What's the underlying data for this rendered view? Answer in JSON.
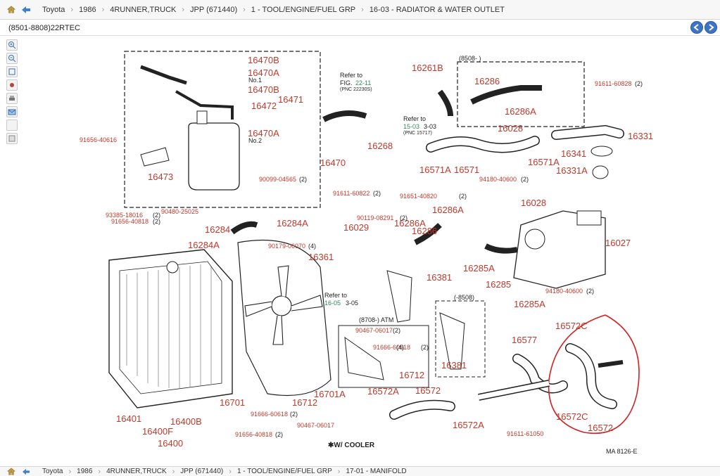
{
  "breadcrumb": {
    "items": [
      "Toyota",
      "1986",
      "4RUNNER,TRUCK",
      "JPP (671440)",
      "1 - TOOL/ENGINE/FUEL GRP",
      "16-03 - RADIATOR & WATER OUTLET"
    ]
  },
  "breadcrumb_bottom": {
    "items": [
      "Toyota",
      "1986",
      "4RUNNER,TRUCK",
      "JPP (671440)",
      "1 - TOOL/ENGINE/FUEL GRP",
      "17-01 - MANIFOLD"
    ]
  },
  "title": "(8501-8808)22RTEC",
  "tools": [
    "zoom-in-icon",
    "zoom-out-icon",
    "fit-icon",
    "tag-icon",
    "print-icon",
    "email-icon",
    "blank-icon",
    "image-icon"
  ],
  "diagram": {
    "callouts": [
      "16470B",
      "16470A",
      "16470B",
      "16472",
      "16471",
      "16470A",
      "16473",
      "16470",
      "91656-40616",
      "90099-04565",
      "90480-25025",
      "93385-18016",
      "91656-40818",
      "16284",
      "16284A",
      "16284A",
      "16268",
      "91611-60822",
      "16261B",
      "16286",
      "16286A",
      "16028",
      "16571A",
      "16571",
      "16571A",
      "16331",
      "16341",
      "16331A",
      "91611-60828",
      "91651-40820",
      "94180-40600",
      "16028",
      "16286A",
      "90119-08291",
      "16286A",
      "16029",
      "16286",
      "90179-06070",
      "16361",
      "16381",
      "16285A",
      "16285",
      "16027",
      "16285A",
      "94180-40600",
      "90467-06017",
      "91666-60618",
      "16712",
      "16381",
      "16572C",
      "16577",
      "16572A",
      "16572",
      "16572A",
      "91611-61050",
      "16572C",
      "16572",
      "16401",
      "16400F",
      "16400B",
      "16400",
      "16701",
      "16712",
      "16701A",
      "91666-60618",
      "90467-06017",
      "91656-40818"
    ],
    "small_labels": [
      "No.1",
      "No.2"
    ],
    "quantities": [
      "(2)",
      "(2)",
      "(2)",
      "(2)",
      "(2)",
      "(2)",
      "(4)",
      "(2)",
      "(2)",
      "(2)",
      "(4)",
      "(2)",
      "(2)",
      "(2)",
      "(2)"
    ],
    "refer_1": {
      "prefix": "Refer to",
      "fig": "FIG.",
      "link": "22-11",
      "pnc": "(PNC 22230S)"
    },
    "refer_2": {
      "prefix": "Refer to",
      "link": "15-03",
      "suffix": "3-03",
      "pnc": "(PNC 15717)"
    },
    "refer_3": {
      "prefix": "Refer to",
      "link": "16-05",
      "suffix": "3-05"
    },
    "range_1": "(8508-        )",
    "range_2": "(-8508)",
    "atm_label": "(8708-) ATM",
    "cooler_note": "✱W/ COOLER",
    "ma_code": "MA  8126-E"
  }
}
